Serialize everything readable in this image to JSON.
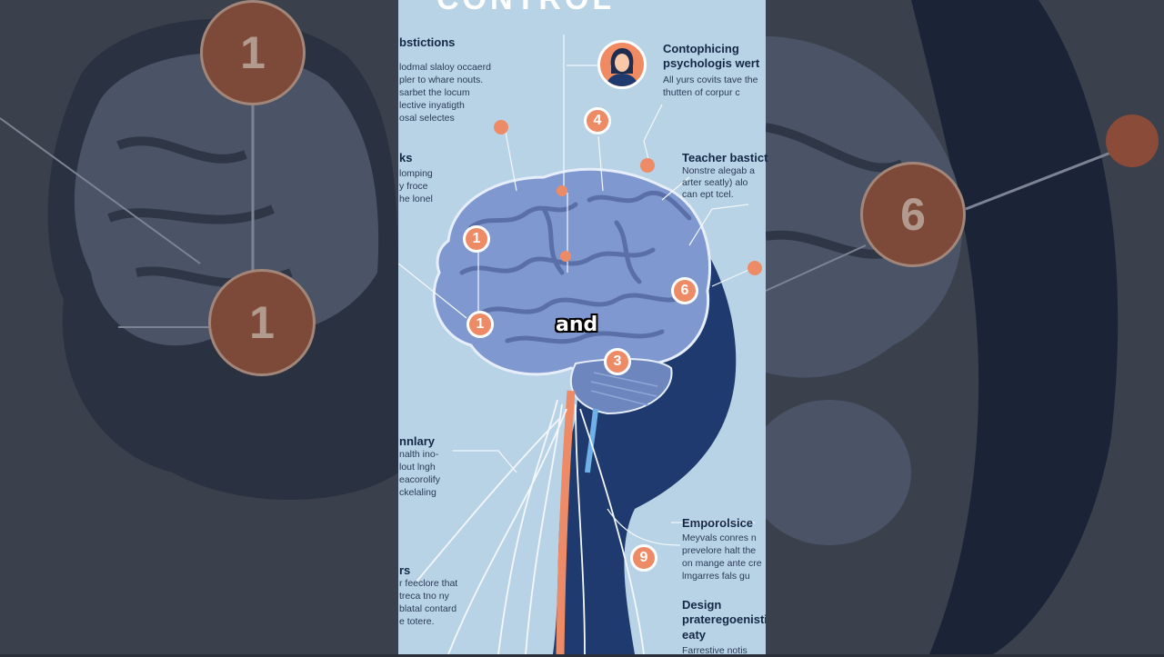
{
  "caption": "and",
  "title_fragment": "CONTROL",
  "callouts": [
    {
      "heading": "bstictions",
      "lines": [
        "lodmal slaloy occaerd",
        "pler to whare nouts.",
        "sarbet the locum",
        "lective inyatigth",
        "osal selectes"
      ]
    },
    {
      "heading": "ks",
      "lines": [
        "lomping",
        "y froce",
        "he lonel"
      ]
    },
    {
      "heading": "Contophicing psychologis wert",
      "lines": [
        "All yurs covits tave the",
        "thutten of corpur c"
      ]
    },
    {
      "heading": "Teacher bastict",
      "lines": [
        "Nonstre alegab a",
        "arter seatly) alo",
        "can ept tcel."
      ]
    },
    {
      "heading": "nnlary",
      "lines": [
        "nalth ino-",
        "lout lngh",
        "eacorolify",
        "ckelaling"
      ]
    },
    {
      "heading": "Emporolsice",
      "lines": [
        "Meyvals conres n",
        "prevelore halt the",
        "on mange ante cre",
        "lmgarres fals gu"
      ]
    },
    {
      "heading": "rs",
      "lines": [
        "r feeclore that",
        "treca tno ny",
        "blatal contard",
        "e totere."
      ]
    },
    {
      "heading": "Design prateregoenisti eaty",
      "lines": [
        "Farrestive notis"
      ]
    }
  ],
  "badges": [
    "1",
    "1",
    "4",
    "6",
    "3",
    "9"
  ],
  "bg_badges": [
    "1",
    "1",
    "6"
  ],
  "colors": {
    "accent": "#ee8b67",
    "brain": "#7f98cf",
    "head": "#1e3a6e",
    "panel_bg": "#b9d3e6"
  }
}
